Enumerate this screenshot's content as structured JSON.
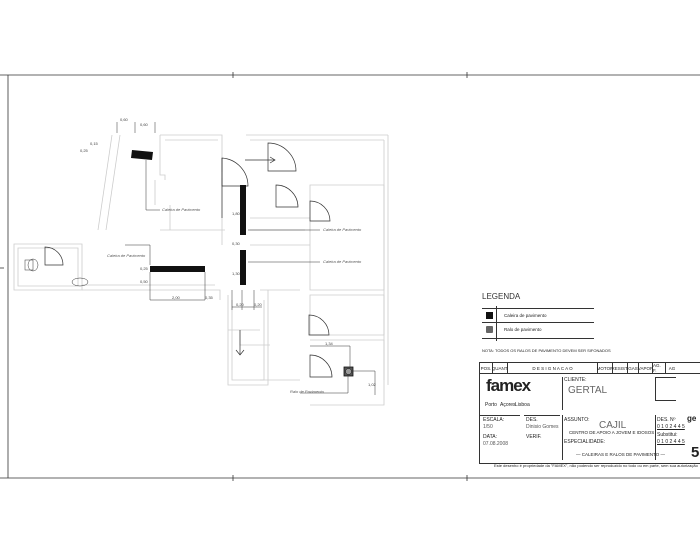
{
  "plan": {
    "labels": {
      "caleira_1": "Caleira de Pavimento",
      "caleira_2": "Caleira de Pavimento",
      "caleira_3": "Caleira de Pavimento",
      "caleira_4": "Caleira de Pavimento",
      "ralo": "Ralo de Pavimento"
    },
    "dims": [
      "0,60",
      "0,60",
      "0,15",
      "0,25",
      "2,00",
      "0,35",
      "1,80",
      "0,30",
      "1,30",
      "0,20",
      "0,20",
      "0,25",
      "1,34",
      "1,02",
      "0,50"
    ]
  },
  "legend": {
    "title": "LEGENDA",
    "items": [
      {
        "label": "Caleira de pavimento"
      },
      {
        "label": "Ralo de pavimento"
      }
    ],
    "note": "NOTA: TODOS OS RALOS DE PAVIMENTO DEVEM SER SIFONADOS"
  },
  "title_block": {
    "header": [
      "POS.",
      "QUANT.",
      "D E S I G N A C A O",
      "MOTOR",
      "RESIST.",
      "GAS",
      "VAPOR",
      "AG. F.",
      "AG"
    ],
    "company": "famex",
    "cities": [
      "Porto",
      "Açores",
      "Lisboa"
    ],
    "cliente_label": "CLIENTE:",
    "cliente": "GERTAL",
    "escala_label": "ESCALA:",
    "escala": "1/50",
    "des_label": "DES.",
    "des": "Dinisio Gomes",
    "data_label": "DATA:",
    "data": "07.08.2008",
    "verif_label": "VERIF.",
    "assunto_label": "ASSUNTO:",
    "assunto": "CAJIL",
    "assunto_sub": "CENTRO DE APOIO A JOVEM E IDOSOS",
    "especialidade_label": "ESPECIALIDADE:",
    "especialidade": "— CALEIRAS E RALOS DE PAVIMENTO —",
    "des_n_label": "DES. Nº",
    "des_n": "0 1 0 2 4 4 5",
    "substitui_label": "Substitui:",
    "substitui": "0 1 0 2 4 4 5",
    "sheet": "5",
    "brand_partial": "ge",
    "footer": "Este desenho é propriedade da \"FAMEX\", não podendo ser reproduzido no todo ou em parte, sem sua autorização"
  }
}
